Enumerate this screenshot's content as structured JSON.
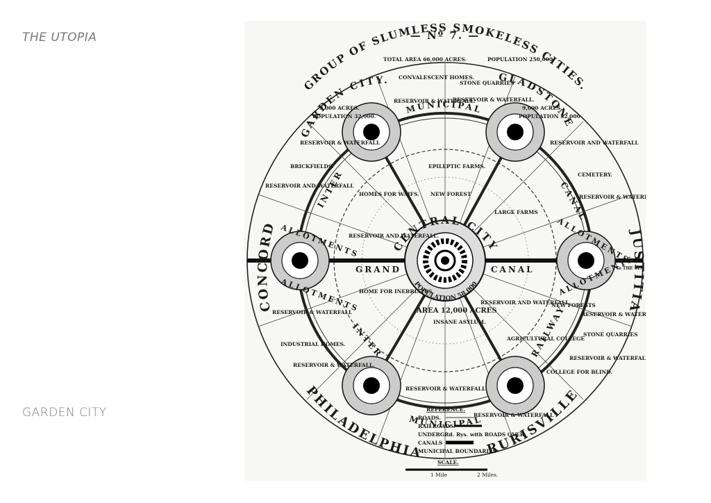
{
  "sidebar": {
    "top_label": "THE  UTOPIA",
    "bottom_label": "GARDEN CITY"
  },
  "plate": {
    "number": "— Nº 7. —",
    "title": "GROUP OF SLUMLESS SMOKELESS CITIES.",
    "total_area": "TOTAL AREA 66,000 ACRES.",
    "population": "POPULATION 250,000",
    "central_city": "CENTRAL CITY",
    "central_population": "POPULATION 58,000",
    "central_area": "AREA 12,000 ACRES",
    "garden_city": "GARDEN CITY.",
    "garden_city_acres": "9,000 ACRES.",
    "garden_city_population": "POPULATION 32,000.",
    "gladstone": "GLADSTONE",
    "gladstone_acres": "9,000 ACRES.",
    "gladstone_population": "POPULATION 32,000",
    "cities": {
      "concord": "CONCORD",
      "philadelphia": "PHILADELPHIA",
      "rurisville": "RURISVILLE",
      "justitia": "JUSTITIA"
    },
    "canal_labels": {
      "inter1": "INTER",
      "municipal1": "MUNICIPAL",
      "canal1": "CANAL",
      "grand": "GRAND",
      "canal2": "CANAL",
      "inter2": "INTER",
      "municipal2": "MUNICIPAL",
      "railway": "RAILWAY"
    },
    "areas": {
      "convalescent": "CONVALESCENT HOMES.",
      "stone_quarries": "STONE QUARRIES",
      "reservoir_1": "RESERVOIR & WATERFALL.",
      "reservoir_2": "RESERVOIR & WATERFALL.",
      "reservoir_3": "RESERVOIR & WATERFALL",
      "reservoir_4": "RESERVOIR AND WATERFALL",
      "reservoir_5": "RESERVOIR AND WATERFALL",
      "reservoir_6": "RESERVOIR & WATERFALL",
      "reservoir_7": "RESERVOIR AND WATERFALL.",
      "reservoir_8": "RESERVOIR AND WATERFALL",
      "reservoir_9": "RESERVOIR & WATERFALL",
      "reservoir_10": "RESERVOIR & WATERFALL",
      "reservoir_11": "RESERVOIR & WATERFALL.",
      "reservoir_12": "RESERVOIR & WATERFALL.",
      "reservoir_13": "RESERVOIR & WATERFALL",
      "reservoir_14": "RESERVOIR & WATERFALL",
      "brickfields": "BRICKFIELDS.",
      "cemetery": "CEMETERY.",
      "epileptic": "EPILEPTIC FARMS.",
      "new_forest": "NEW FOREST",
      "homes_waifs": "HOMES FOR WAIFS.",
      "large_farms": "LARGE FARMS",
      "allotments_1": "ALLOTMENTS",
      "allotments_2": "ALLOTMENTS",
      "allotments_3": "ALLOTMENTS",
      "allotments_4": "ALLOTMENTS",
      "inebriates": "HOME FOR INEBRIATES.",
      "insane": "INSANE ASYLUM.",
      "new_forests": "NEW FORESTS",
      "industrial": "INDUSTRIAL HOMES.",
      "agricultural": "AGRICULTURAL COLLEGE",
      "college_blind": "COLLEGE FOR BLIND.",
      "to_sea": "To THE SEA"
    },
    "reference": {
      "heading": "REFERENCE.",
      "roads": "ROADS.",
      "railroads": "RAILROADS.",
      "underground": "UNDERGRd. Rys. with ROADS OVER",
      "canals": "CANALS",
      "municipal": "MUNICIPAL BOUNDARIES",
      "scale": "SCALE.",
      "mile1": "1 Mile",
      "mile2": "2 Miles."
    }
  }
}
